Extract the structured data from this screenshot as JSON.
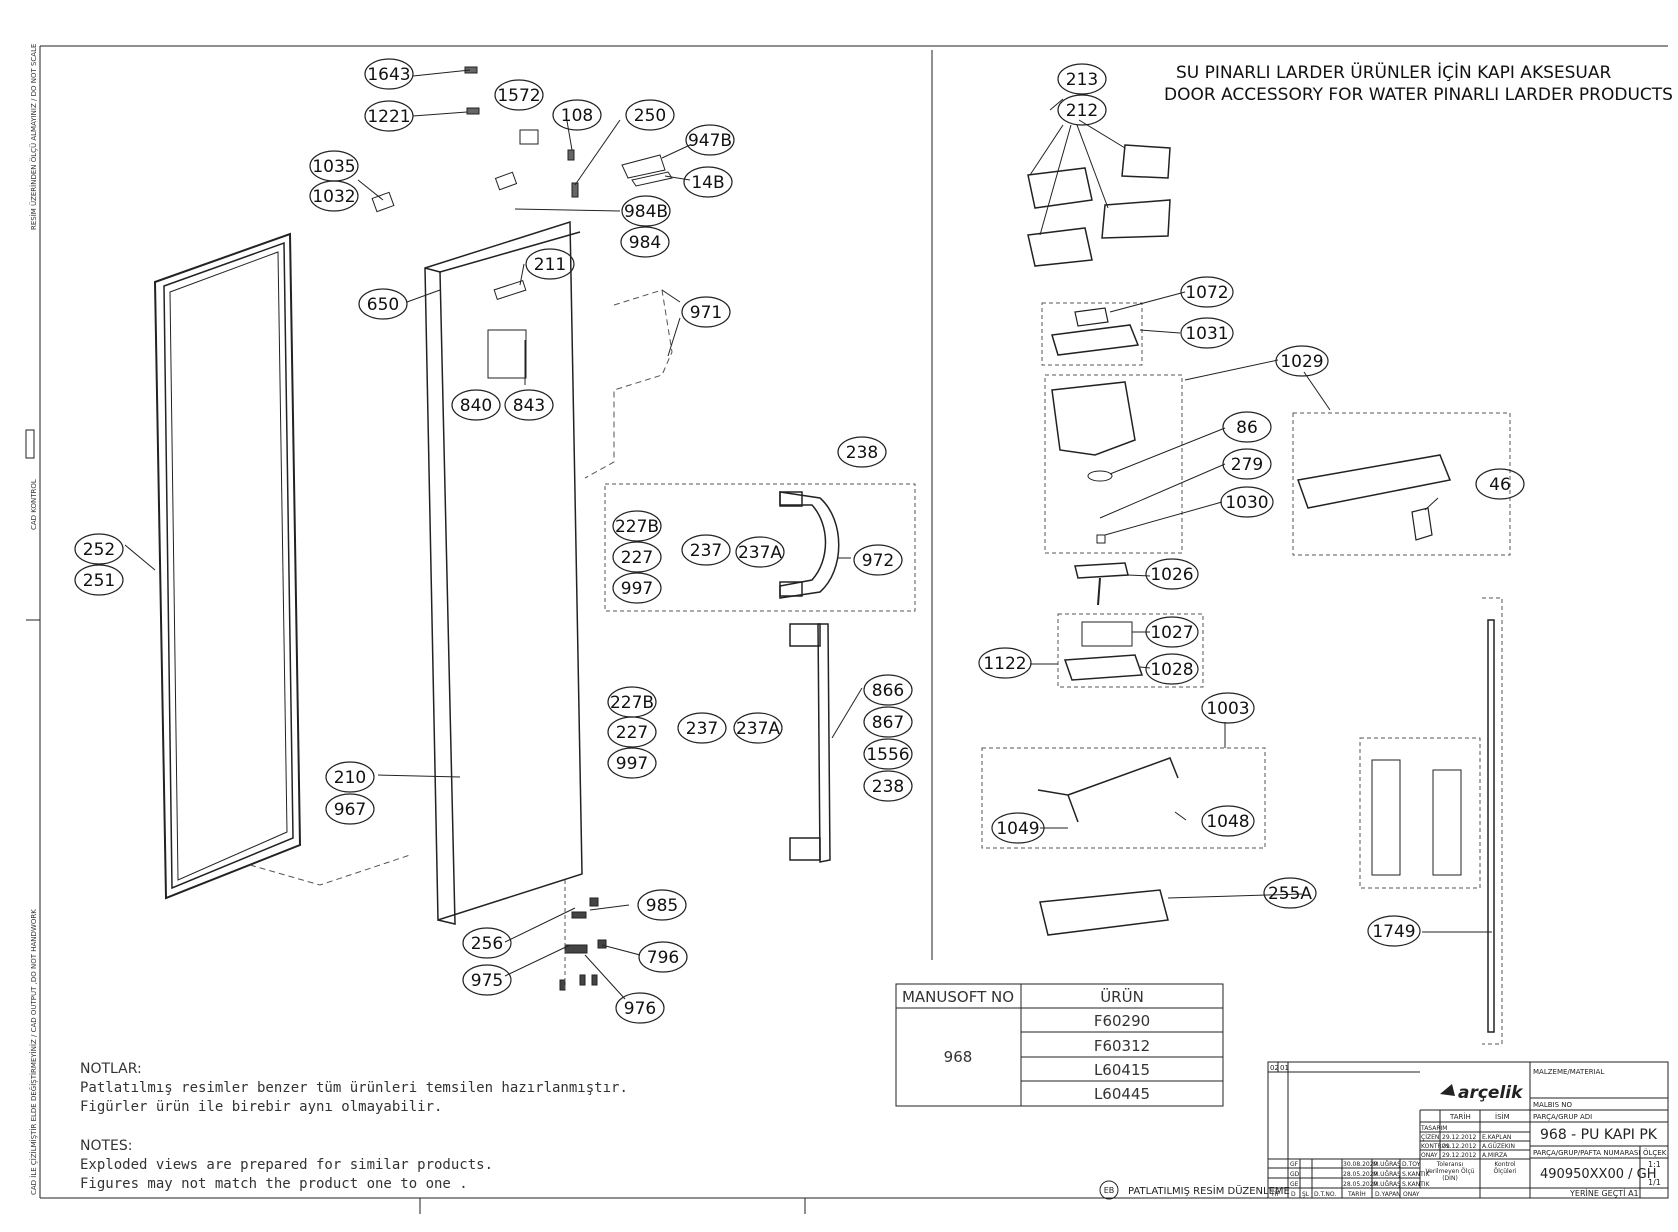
{
  "side_labels": {
    "top": "RESİM ÜZERİNDEN ÖLÇÜ ALMAYINIZ / DO NOT SCALE",
    "middle": "CAD KONTROL",
    "bottom": "CAD İLE ÇİZİLMİŞTİR ELDE DEĞİŞTİRMEYİNİZ / CAD OUTPUT ,DO NOT HANDWORK"
  },
  "title": {
    "line1": "SU PINARLI LARDER ÜRÜNLER İÇİN KAPI AKSESUAR",
    "line2": "DOOR ACCESSORY FOR WATER PINARLI LARDER PRODUCTS"
  },
  "callouts_left": [
    "1643",
    "1221",
    "1572",
    "108",
    "250",
    "947B",
    "14B",
    "984B",
    "984",
    "1035",
    "1032",
    "211",
    "650",
    "971",
    "840",
    "843",
    "238",
    "227B",
    "227",
    "997",
    "237",
    "237A",
    "972",
    "252",
    "251",
    "227B",
    "227",
    "997",
    "237",
    "237A",
    "866",
    "867",
    "1556",
    "238",
    "210",
    "967",
    "985",
    "256",
    "796",
    "975",
    "976"
  ],
  "callouts_right": [
    "213",
    "212",
    "1072",
    "1031",
    "1029",
    "86",
    "279",
    "1030",
    "46",
    "1026",
    "1027",
    "1122",
    "1028",
    "1003",
    "1049",
    "1048",
    "255A",
    "1749"
  ],
  "notes": {
    "tr_heading": "NOTLAR:",
    "tr_line1": "Patlatılmış  resimler benzer tüm ürünleri temsilen  hazırlanmıştır.",
    "tr_line2": "Figürler ürün ile birebir aynı olmayabilir.",
    "en_heading": "NOTES:",
    "en_line1": "Exploded views are prepared for similar products.",
    "en_line2": "Figures  may not match the product one to one ."
  },
  "product_table": {
    "header_left": "MANUSOFT NO",
    "header_right": "ÜRÜN",
    "manusoft_no": "968",
    "products": [
      "F60290",
      "F60312",
      "L60415",
      "L60445"
    ]
  },
  "revision_note": {
    "badge": "EB",
    "text": "PATLATILMIŞ RESİM DÜZENLEME"
  },
  "title_block": {
    "brand": "arçelik",
    "material_label": "MALZEME/MATERIAL",
    "malbis_label": "MALBIS NO",
    "part_group_label": "PARÇA/GRUP ADI",
    "part_name": "968 - PU KAPI PK",
    "part_number_label": "PARÇA/GRUP/PAFTA NUMARASI",
    "part_number": "490950XX00 / GH",
    "scale_label": "ÖLÇEK",
    "scale": "1:1",
    "sheet": "1/1",
    "replaces": "YERİNE GEÇTİ  A1",
    "col_date": "TARİH",
    "col_name": "İSİM",
    "rows": [
      {
        "role": "TASARIM",
        "date": "",
        "name": ""
      },
      {
        "role": "ÇİZEN",
        "date": "29.12.2012",
        "name": "E.KAPLAN"
      },
      {
        "role": "KONTROL",
        "date": "29.12.2012",
        "name": "A.GÜZEKIN"
      },
      {
        "role": "ONAY",
        "date": "29.12.2012",
        "name": "A.MIRZA"
      }
    ],
    "rev_header": [
      "02",
      "01"
    ],
    "rev_rows": [
      {
        "code": "GF",
        "date": "30.08.2020",
        "by": "M.UĞRAŞ",
        "ok": "D.TOY"
      },
      {
        "code": "GD",
        "date": "28.05.2020",
        "by": "M.UĞRAŞ",
        "ok": "S.KANTIK"
      },
      {
        "code": "GE",
        "date": "28.05.2020",
        "by": "M.UĞRAŞ",
        "ok": "S.KANTIK"
      }
    ],
    "rev_cols": [
      "TİP",
      "D",
      "ŞL",
      "D.T.NO.",
      "TARİH",
      "D.YAPAN",
      "ONAY"
    ],
    "tolerance": "Toleransı Verilmeyen Ölçü (DIN)",
    "control_dims": "Kontrol Ölçüleri"
  }
}
